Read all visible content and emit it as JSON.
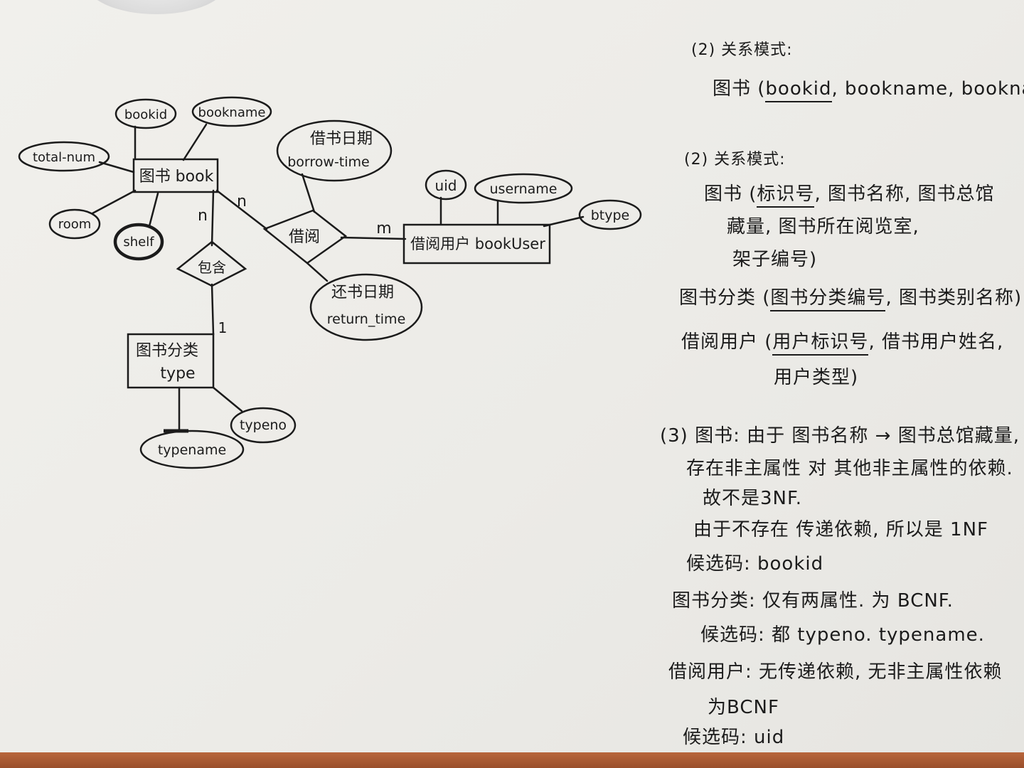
{
  "er_diagram": {
    "entities": {
      "book": "图书 book",
      "book_user": "借阅用户 bookUser",
      "book_type_line1": "图书分类",
      "book_type_line2": "type"
    },
    "relationships": {
      "borrow": "借阅",
      "contain": "包含"
    },
    "attributes": {
      "bookid": "bookid",
      "bookname": "bookname",
      "total_num": "total-num",
      "room": "room",
      "shelf": "shelf",
      "borrow_time_line1": "借书日期",
      "borrow_time_line2": "borrow-time",
      "return_time_line1": "还书日期",
      "return_time_line2": "return_time",
      "uid": "uid",
      "username": "username",
      "btype": "btype",
      "typeno": "typeno",
      "typename": "typename"
    },
    "cardinalities": {
      "book_borrow": "n",
      "user_borrow": "m",
      "book_contain": "n",
      "type_contain": "1"
    }
  },
  "notes": {
    "s2a_title": "(2) 关系模式:",
    "s2a_book_prefix": "图书 (",
    "s2a_book_key": "bookid",
    "s2a_book_rest": ", bookname, bookname,",
    "s2b_title": "(2) 关系模式:",
    "s2b_book_prefix": "图书 (",
    "s2b_book_key": "标识号",
    "s2b_book_rest": ", 图书名称, 图书总馆",
    "s2b_book_cont1": "藏量, 图书所在阅览室,",
    "s2b_book_cont2": "架子编号)",
    "s2b_type_prefix": "图书分类 (",
    "s2b_type_key": "图书分类编号",
    "s2b_type_rest": ", 图书类别名称)",
    "s2b_user_prefix": "借阅用户 (",
    "s2b_user_key": "用户标识号",
    "s2b_user_rest": ", 借书用户姓名,",
    "s2b_user_cont": "用户类型)",
    "s3_l1": "(3) 图书: 由于 图书名称 → 图书总馆藏量,",
    "s3_l2": "存在非主属性 对 其他非主属性的依赖.",
    "s3_l3": "故不是3NF.",
    "s3_l4": "由于不存在 传递依赖, 所以是 1NF",
    "s3_l5": "候选码: bookid",
    "s3_l6": "图书分类: 仅有两属性. 为 BCNF.",
    "s3_l7": "候选码: 都 typeno. typename.",
    "s3_l8": "借阅用户: 无传递依赖, 无非主属性依赖",
    "s3_l9": "为BCNF",
    "s3_l10": "候选码: uid"
  }
}
